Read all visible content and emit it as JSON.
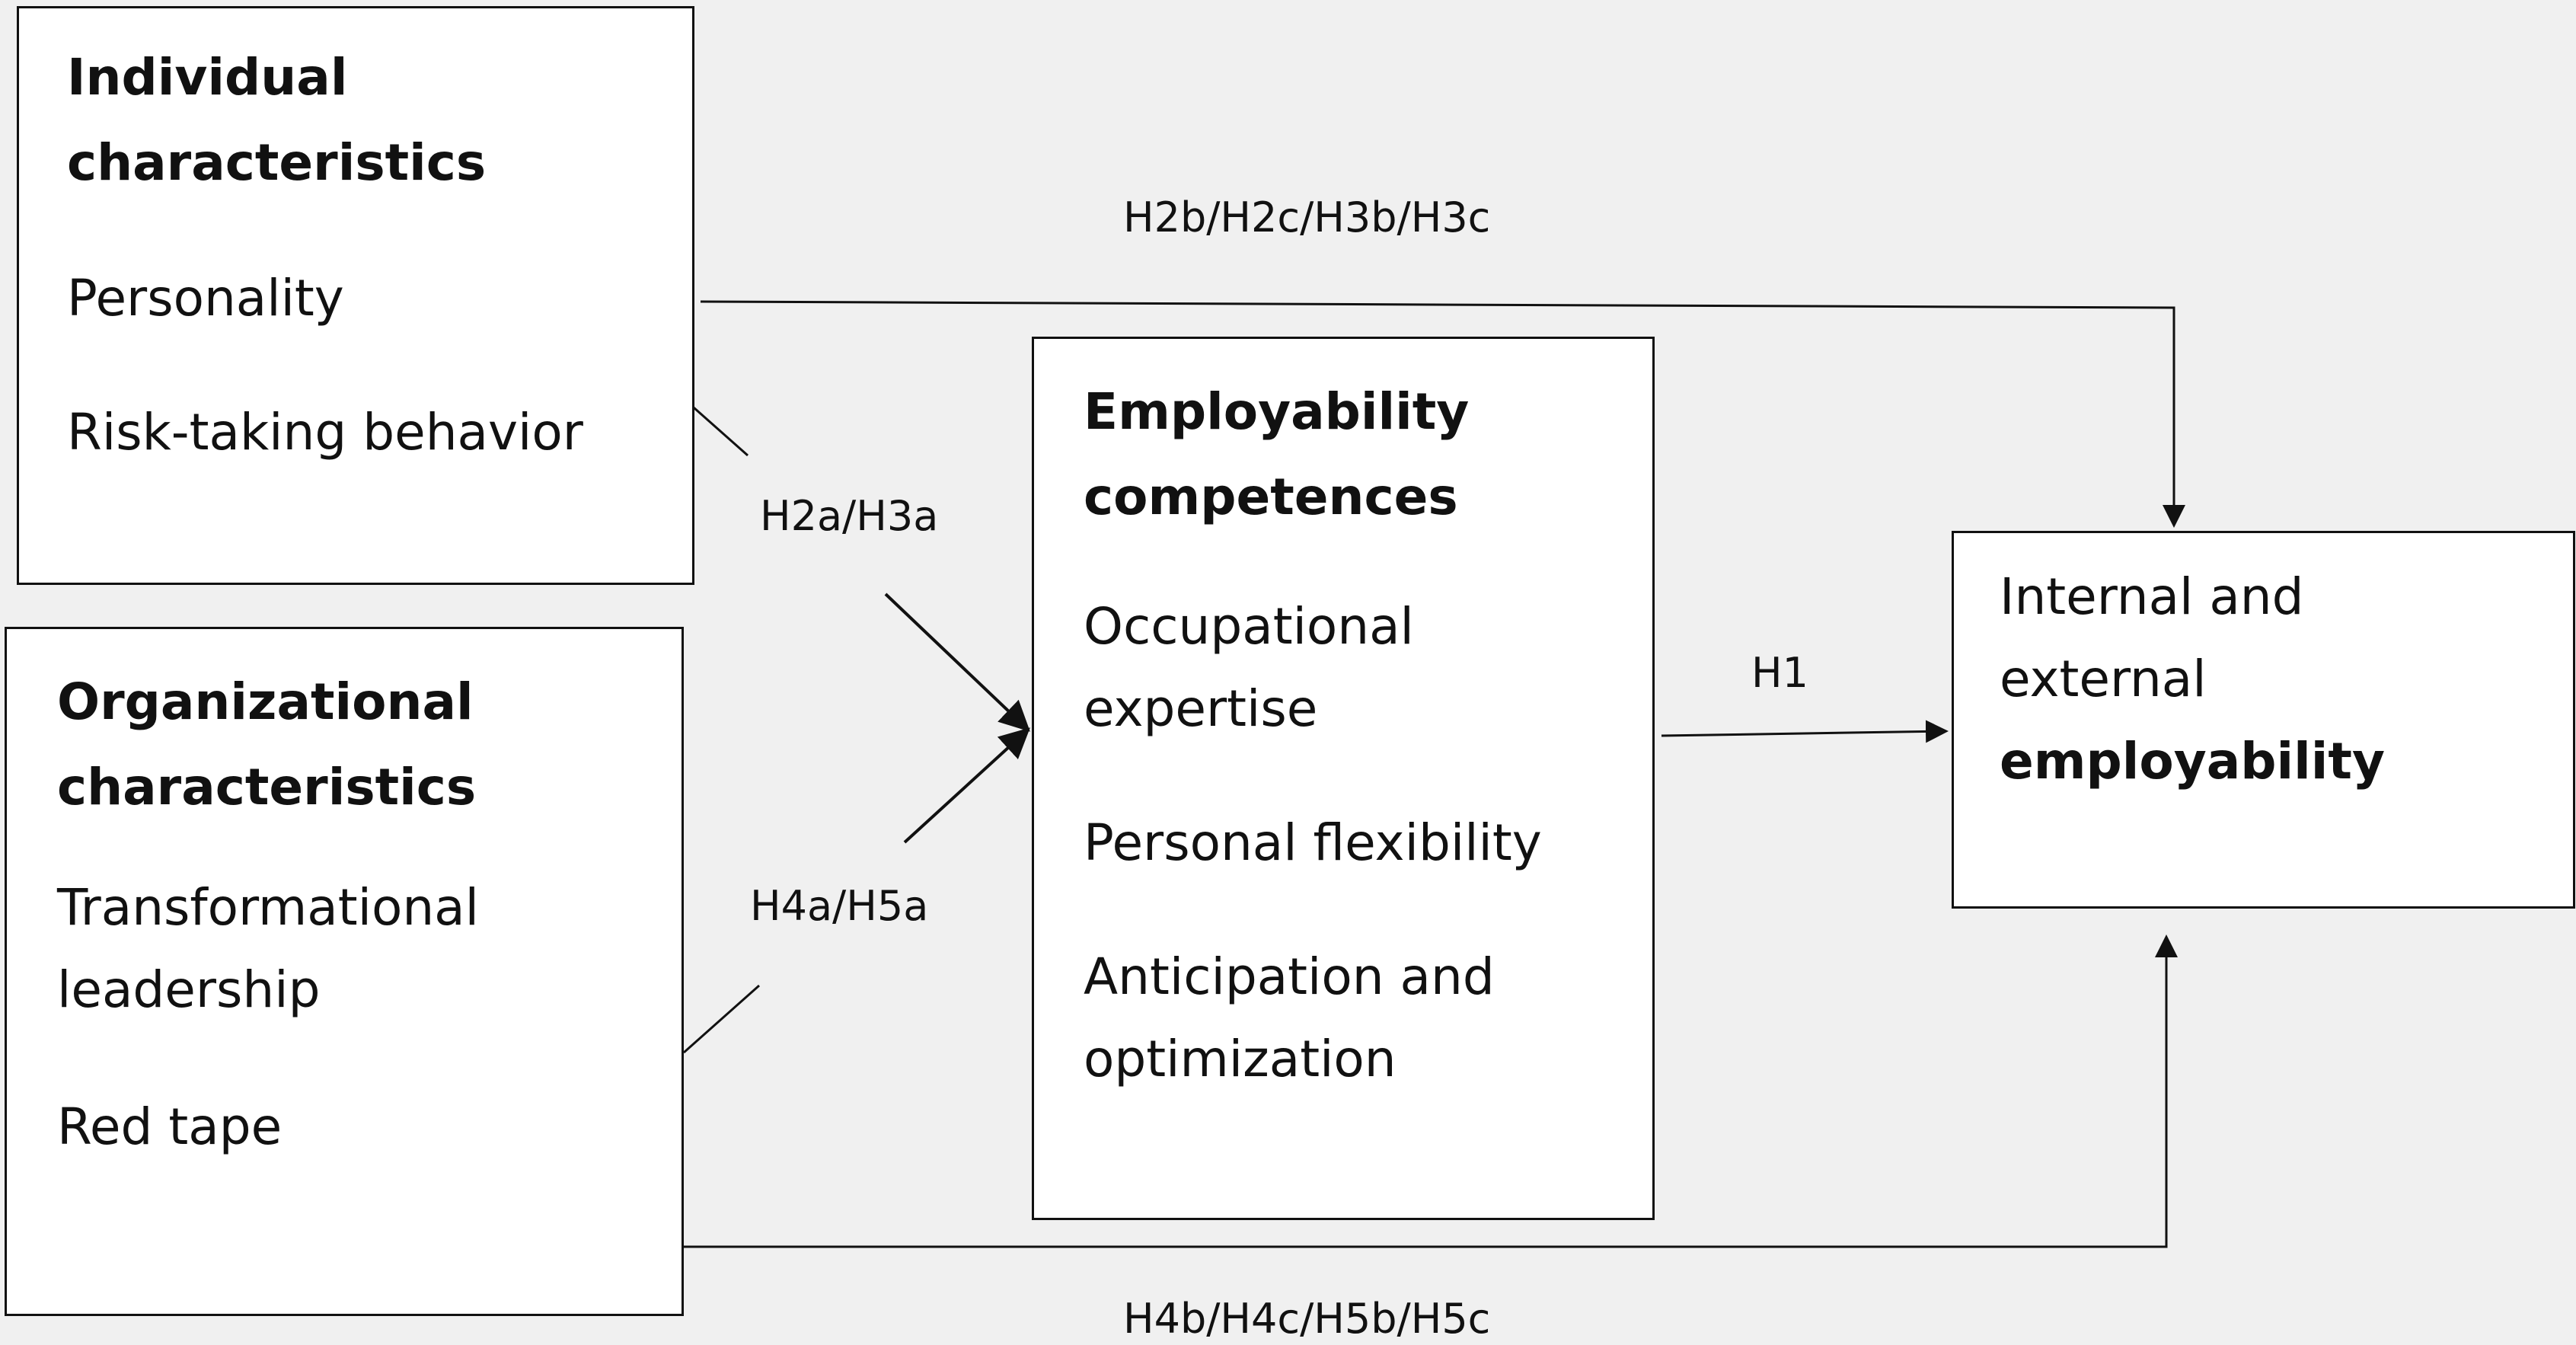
{
  "diagram": {
    "individual": {
      "heading_line1": "Individual",
      "heading_line2": "characteristics",
      "items": [
        "Personality",
        "Risk-taking behavior"
      ]
    },
    "organizational": {
      "heading_line1": "Organizational",
      "heading_line2": "characteristics",
      "item1_line1": "Transformational",
      "item1_line2": "leadership",
      "item2": "Red tape"
    },
    "competences": {
      "heading_line1": "Employability",
      "heading_line2": "competences",
      "item1_line1": "Occupational",
      "item1_line2": "expertise",
      "item2": "Personal flexibility",
      "item3_line1": "Anticipation and",
      "item3_line2": "optimization"
    },
    "outcome": {
      "line1": "Internal and",
      "line2": "external",
      "line3": "employability"
    },
    "hypotheses": {
      "individual_to_outcome": "H2b/H2c/H3b/H3c",
      "individual_to_competences": "H2a/H3a",
      "organizational_to_competences": "H4a/H5a",
      "competences_to_outcome": "H1",
      "organizational_to_outcome": "H4b/H4c/H5b/H5c"
    }
  }
}
